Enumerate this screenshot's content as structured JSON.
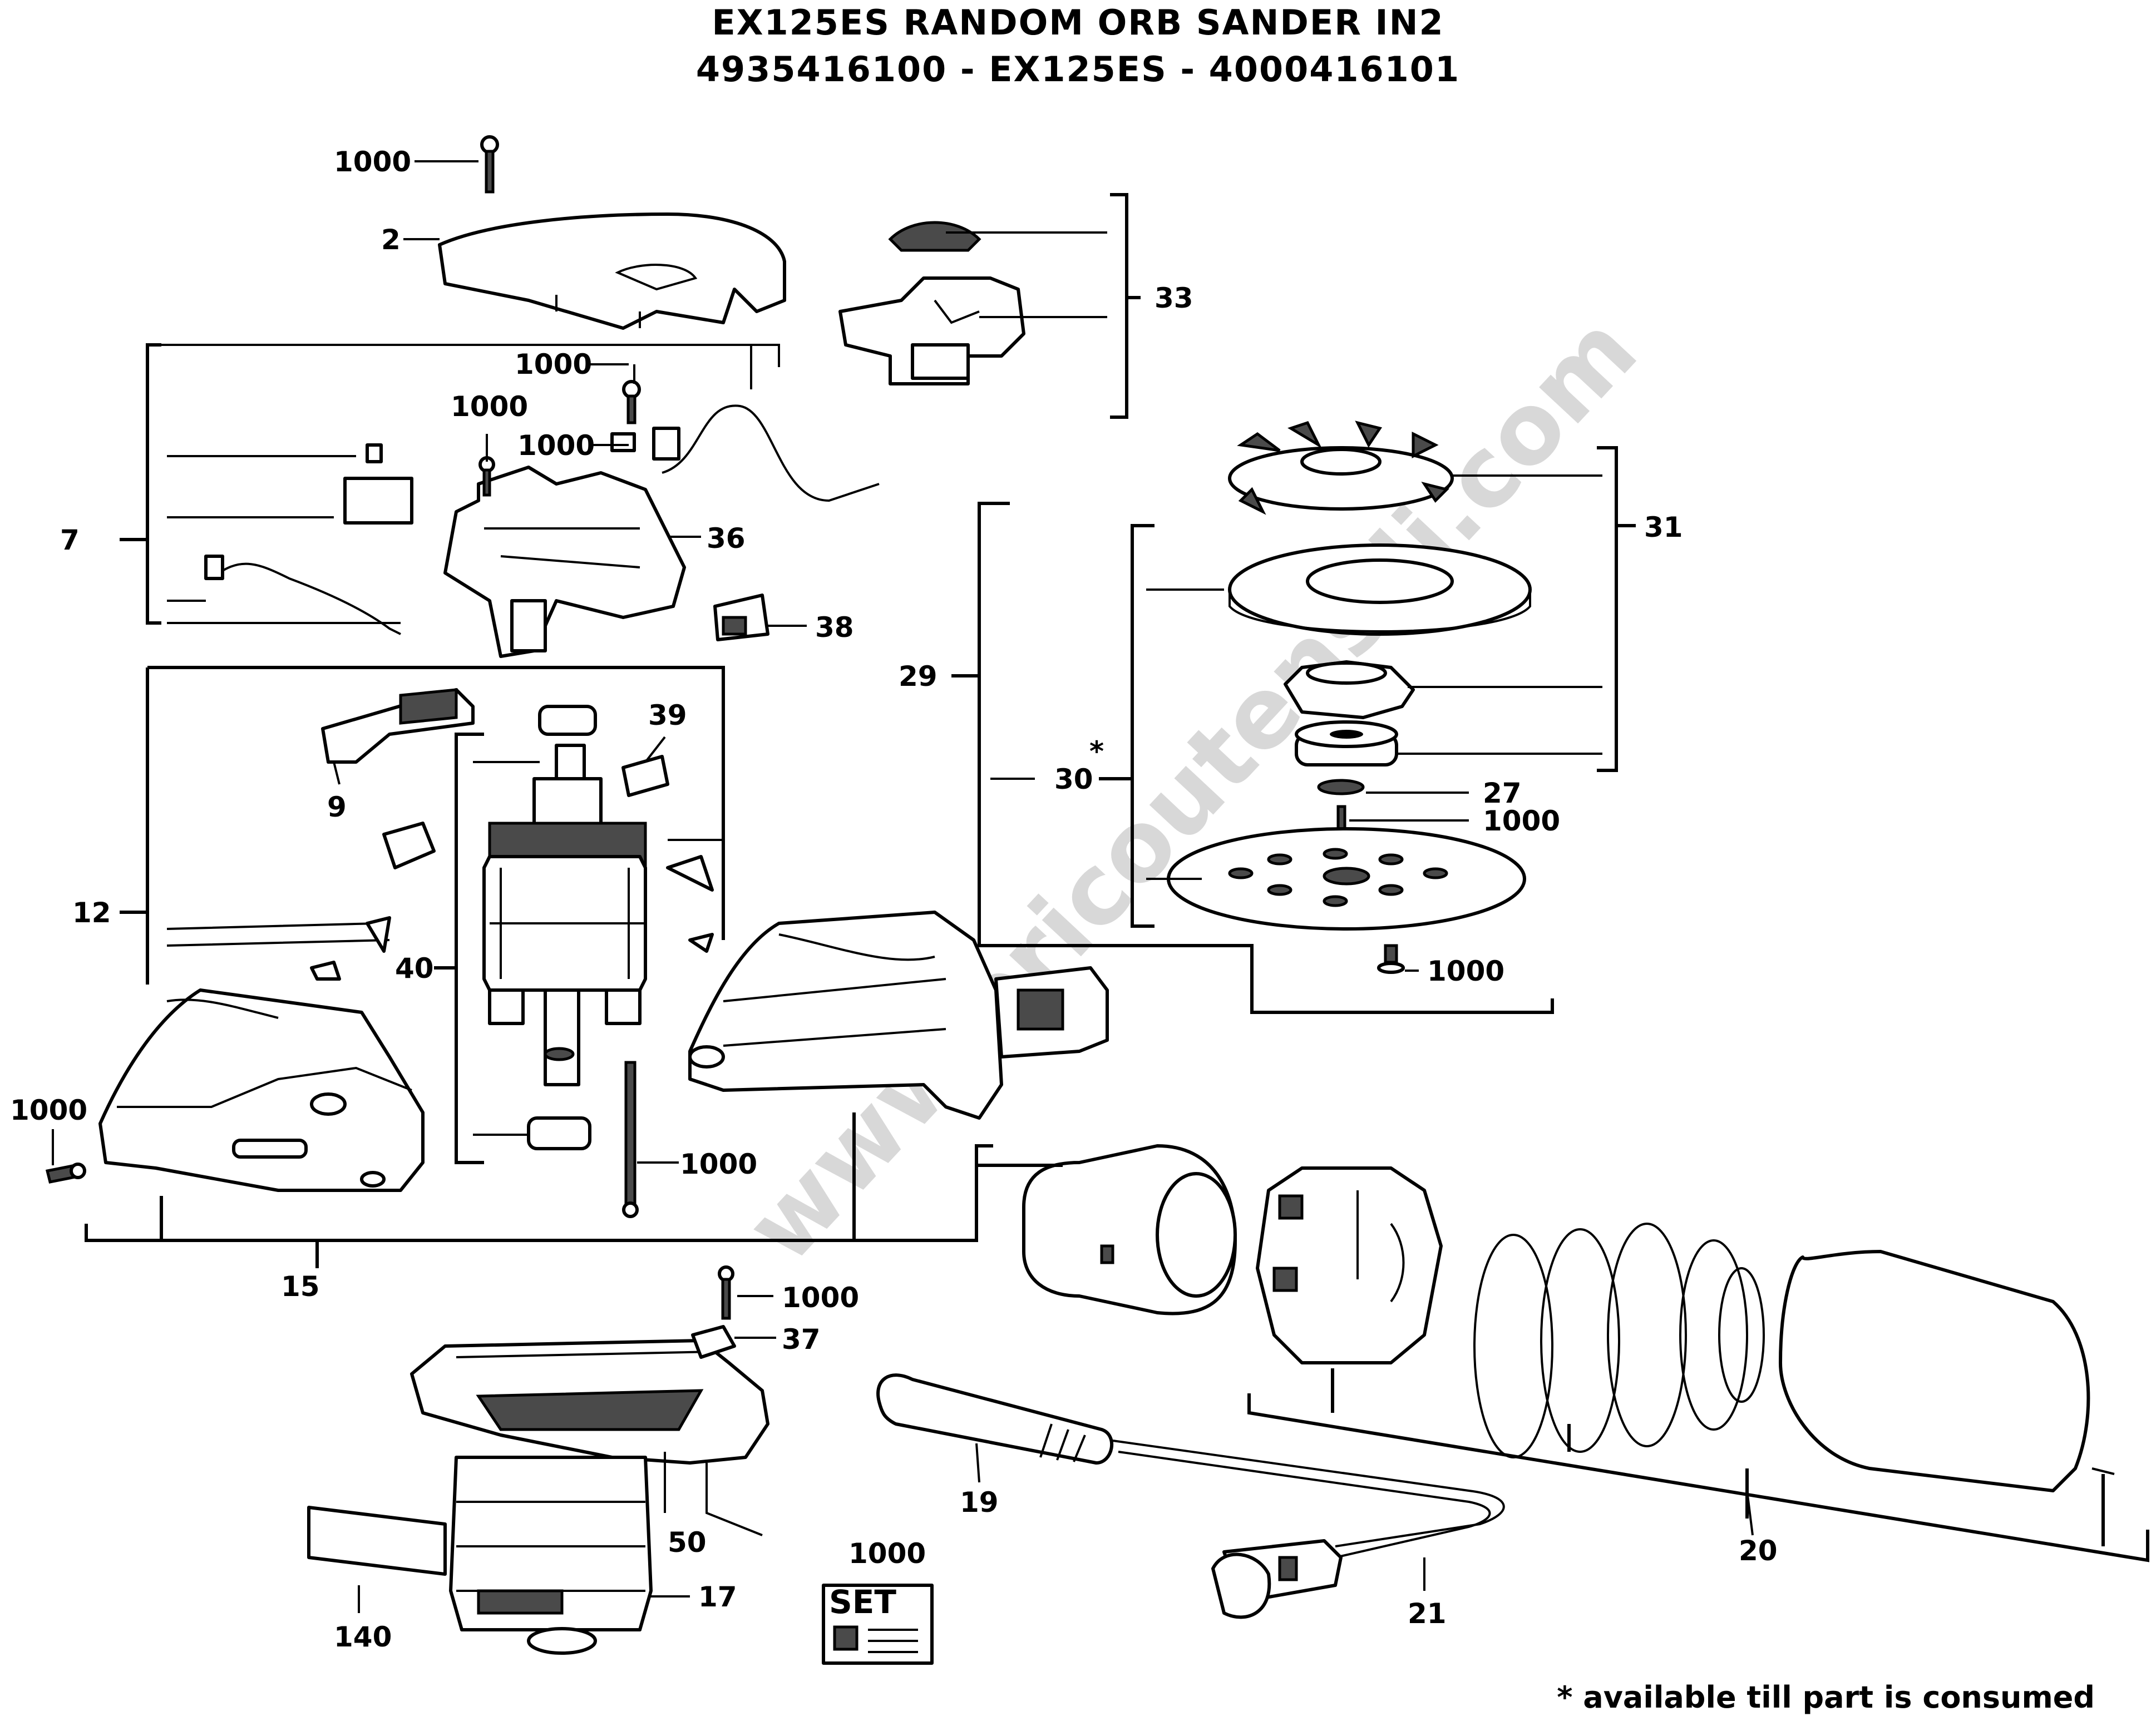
{
  "title": {
    "line1": "EX125ES RANDOM ORB SANDER IN2",
    "line2": "4935416100 - EX125ES - 4000416101"
  },
  "watermark": "www.bricoutensili.com",
  "footnote": "* available till part is consumed",
  "set_label": "SET",
  "part_labels": {
    "p1000_top": "1000",
    "p2": "2",
    "p33": "33",
    "p1000_b": "1000",
    "p1000_c": "1000",
    "p1000_d": "1000",
    "p7": "7",
    "p36": "36",
    "p38": "38",
    "p31": "31",
    "p29": "29",
    "p30": "30",
    "p30_star": "*",
    "p27": "27",
    "p1000_e": "1000",
    "p1000_f": "1000",
    "p39": "39",
    "p9": "9",
    "p12": "12",
    "p40": "40",
    "p1000_g": "1000",
    "p1000_h": "1000",
    "p15": "15",
    "p1000_i": "1000",
    "p37": "37",
    "p50": "50",
    "p17": "17",
    "p140": "140",
    "p1000_set": "1000",
    "p19": "19",
    "p21": "21",
    "p20": "20"
  }
}
